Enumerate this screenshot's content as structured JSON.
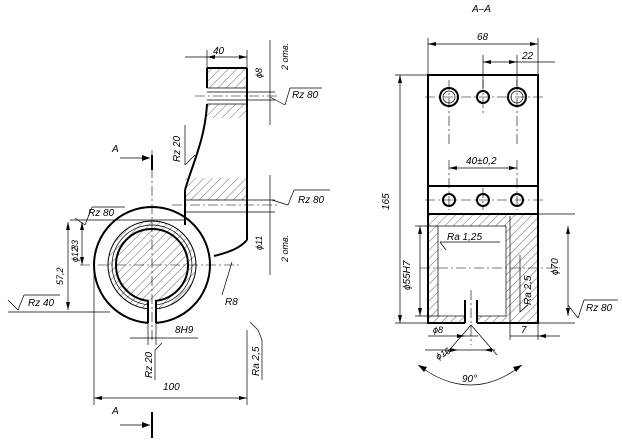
{
  "views": {
    "left": {
      "section_marker": "A",
      "dims": {
        "top_width": "40",
        "bolt_hole": "ϕ8",
        "bolt_hole_count": "2 отв.",
        "bottom_hole": "ϕ11",
        "bottom_hole_count": "2 отв.",
        "overall_width": "100",
        "slot": "8H9",
        "height_1": "33",
        "height_2": "57,2",
        "bore": "ϕ12",
        "radius": "R8"
      },
      "roughness": {
        "top_right": "Rz 80",
        "mid_right": "Rz 80",
        "left_top": "Rz 80",
        "left_mid": "Rz 40",
        "vertical_left": "Rz 20",
        "bottom": "Rz 20",
        "bottom_right": "Ra 2,5"
      }
    },
    "right": {
      "title": "A–A",
      "dims": {
        "overall_width": "68",
        "hole_offset": "22",
        "pitch": "40±0,2",
        "overall_height": "165",
        "bore": "ϕ55H7",
        "outer": "ϕ70",
        "bottom_hole": "ϕ8",
        "counterbore": "ϕ16",
        "bottom_offset": "7",
        "angle": "90°"
      },
      "roughness": {
        "inner": "Ra 1,25",
        "side": "Ra 2,5",
        "right": "Rz 80"
      }
    }
  }
}
